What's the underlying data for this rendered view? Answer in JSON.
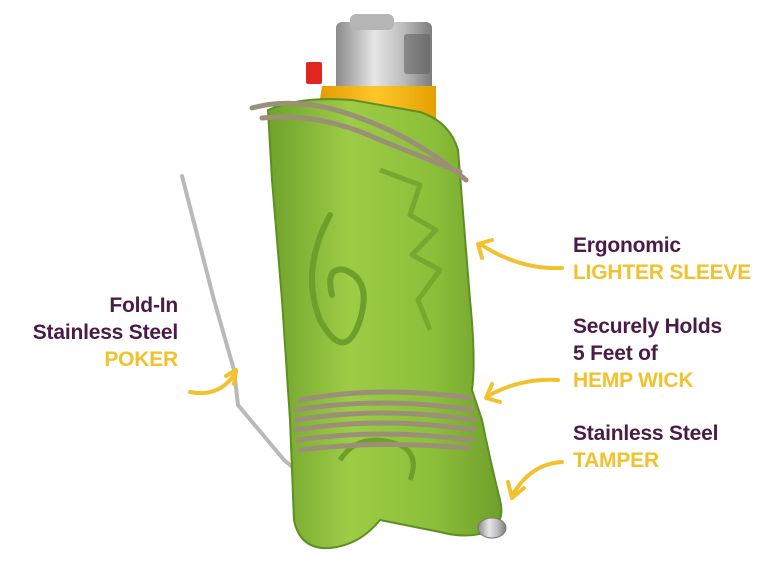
{
  "labels": {
    "poker": {
      "line1": "Fold-In",
      "line2": "Stainless Steel",
      "accent": "POKER"
    },
    "sleeve": {
      "line1": "Ergonomic",
      "accent": "LIGHTER SLEEVE"
    },
    "wick": {
      "line1": "Securely Holds",
      "line2": "5 Feet of",
      "accent": "HEMP WICK"
    },
    "tamper": {
      "line1": "Stainless Steel",
      "accent": "TAMPER"
    }
  },
  "colors": {
    "dark_text": "#4b1b46",
    "accent_text": "#f2c12e",
    "sleeve_green": "#8fc13a",
    "lighter_yellow": "#f5b800",
    "hemp": "#9b8f78"
  }
}
